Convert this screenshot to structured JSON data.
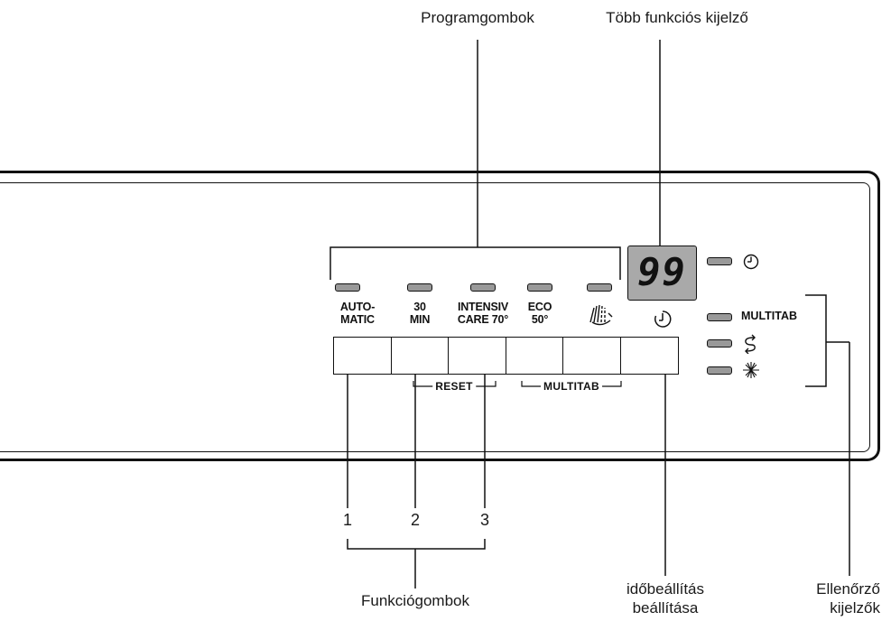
{
  "callouts": {
    "program_buttons": "Programgombok",
    "multi_display": "Több funkciós kijelző",
    "function_buttons": "Funkciógombok",
    "time_setting_line1": "időbeállítás",
    "time_setting_line2": "beállítása",
    "check_indicators_line1": "Ellenőrző",
    "check_indicators_line2": "kijelzők"
  },
  "numbers": [
    "1",
    "2",
    "3"
  ],
  "programs": [
    {
      "line1": "AUTO-",
      "line2": "MATIC"
    },
    {
      "line1": "30",
      "line2": "MIN"
    },
    {
      "line1": "INTENSIV",
      "line2": "CARE 70°"
    },
    {
      "line1": "ECO",
      "line2": "50°"
    }
  ],
  "program_icons": [
    "rinse-spray-icon",
    "delay-timer-icon"
  ],
  "groups": {
    "reset": "RESET",
    "multitab": "MULTITAB"
  },
  "display": {
    "value": "99"
  },
  "indicators": [
    {
      "icon": "clock-icon",
      "label": ""
    },
    {
      "icon": "",
      "label": "MULTITAB"
    },
    {
      "icon": "salt-icon",
      "label": ""
    },
    {
      "icon": "rinse-aid-icon",
      "label": ""
    }
  ]
}
